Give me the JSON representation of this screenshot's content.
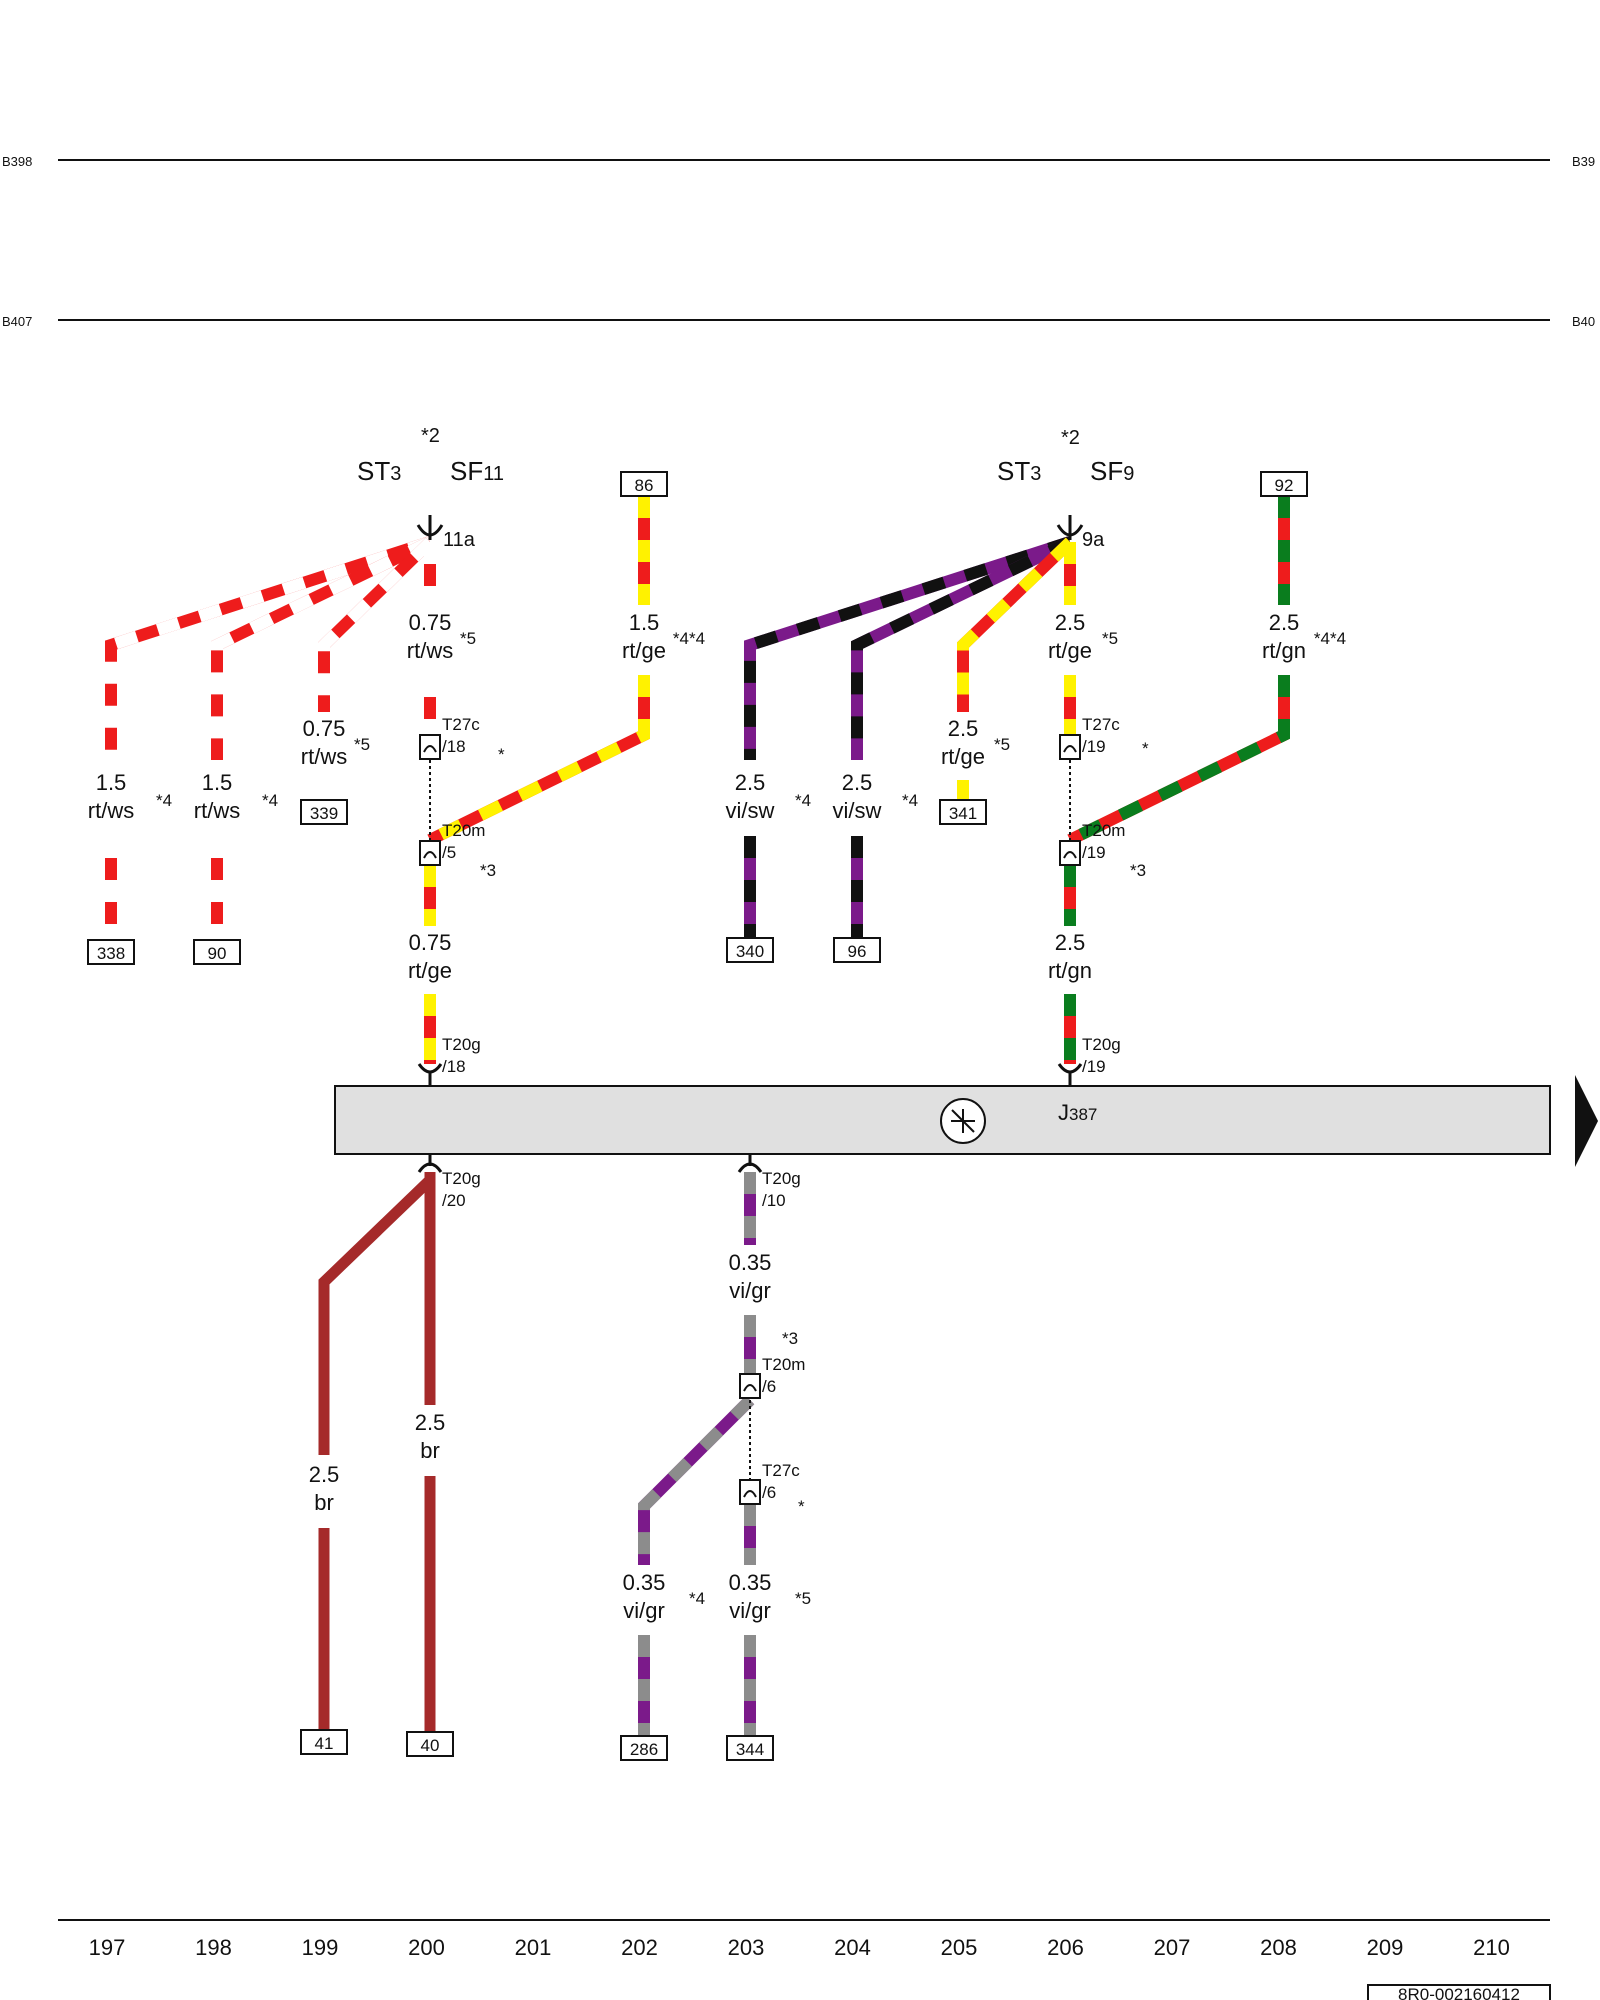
{
  "bus_lines": [
    {
      "left": "B398",
      "right": "B39"
    },
    {
      "left": "B407",
      "right": "B40"
    }
  ],
  "fuse_groups": [
    {
      "star": "*2",
      "st": "ST",
      "st_sub": "3",
      "sf": "SF",
      "sf_sub": "11",
      "pin": "11a"
    },
    {
      "star": "*2",
      "st": "ST",
      "st_sub": "3",
      "sf": "SF",
      "sf_sub": "9",
      "pin": "9a"
    }
  ],
  "boxes": {
    "b338": "338",
    "b90": "90",
    "b339": "339",
    "b86": "86",
    "b340": "340",
    "b96": "96",
    "b341": "341",
    "b92": "92",
    "b41": "41",
    "b40": "40",
    "b286": "286",
    "b344": "344"
  },
  "wire_labels": {
    "w338": {
      "size": "1.5",
      "color": "rt/ws",
      "note": "*4"
    },
    "w90": {
      "size": "1.5",
      "color": "rt/ws",
      "note": "*4"
    },
    "w339": {
      "size": "0.75",
      "color": "rt/ws",
      "note": "*5"
    },
    "w11a": {
      "size": "0.75",
      "color": "rt/ws",
      "note": "*5"
    },
    "w86": {
      "size": "1.5",
      "color": "rt/ge",
      "note": "*4*4"
    },
    "w200top": {
      "size": "0.75",
      "color": "rt/ge"
    },
    "w340": {
      "size": "2.5",
      "color": "vi/sw",
      "note": "*4"
    },
    "w96": {
      "size": "2.5",
      "color": "vi/sw",
      "note": "*4"
    },
    "w341": {
      "size": "2.5",
      "color": "rt/ge",
      "note": "*5"
    },
    "w9a": {
      "size": "2.5",
      "color": "rt/ge",
      "note": "*5"
    },
    "w92": {
      "size": "2.5",
      "color": "rt/gn",
      "note": "*4*4"
    },
    "w206top": {
      "size": "2.5",
      "color": "rt/gn"
    },
    "w41": {
      "size": "2.5",
      "color": "br"
    },
    "w40": {
      "size": "2.5",
      "color": "br"
    },
    "w203a": {
      "size": "0.35",
      "color": "vi/gr"
    },
    "w286": {
      "size": "0.35",
      "color": "vi/gr",
      "note": "*4"
    },
    "w344": {
      "size": "0.35",
      "color": "vi/gr",
      "note": "*5"
    }
  },
  "connectors": {
    "c1": {
      "name": "T27c",
      "pin": "/18",
      "note": "*"
    },
    "c2": {
      "name": "T20m",
      "pin": "/5",
      "note": "*3"
    },
    "c3": {
      "name": "T27c",
      "pin": "/19",
      "note": "*"
    },
    "c4": {
      "name": "T20m",
      "pin": "/19",
      "note": "*3"
    },
    "c5": {
      "name": "T20g",
      "pin": "/18"
    },
    "c6": {
      "name": "T20g",
      "pin": "/19"
    },
    "c7": {
      "name": "T20g",
      "pin": "/20"
    },
    "c8": {
      "name": "T20g",
      "pin": "/10"
    },
    "c9": {
      "name": "T20m",
      "pin": "/6",
      "note": "*3"
    },
    "c10": {
      "name": "T27c",
      "pin": "/6",
      "note": "*"
    }
  },
  "module": {
    "name": "J",
    "sub": "387",
    "icon": "control-unit-icon"
  },
  "columns": [
    "197",
    "198",
    "199",
    "200",
    "201",
    "202",
    "203",
    "204",
    "205",
    "206",
    "207",
    "208",
    "209",
    "210"
  ],
  "document_code": "8R0-002160412",
  "colors": {
    "red": "#ee1c1c",
    "white": "#ffffff",
    "yellow": "#fff200",
    "green": "#0a7d1e",
    "violet": "#7b1a8a",
    "black": "#111111",
    "grey": "#8c8c8c",
    "brown": "#a52a2a",
    "module_fill": "#e0e0e0"
  }
}
